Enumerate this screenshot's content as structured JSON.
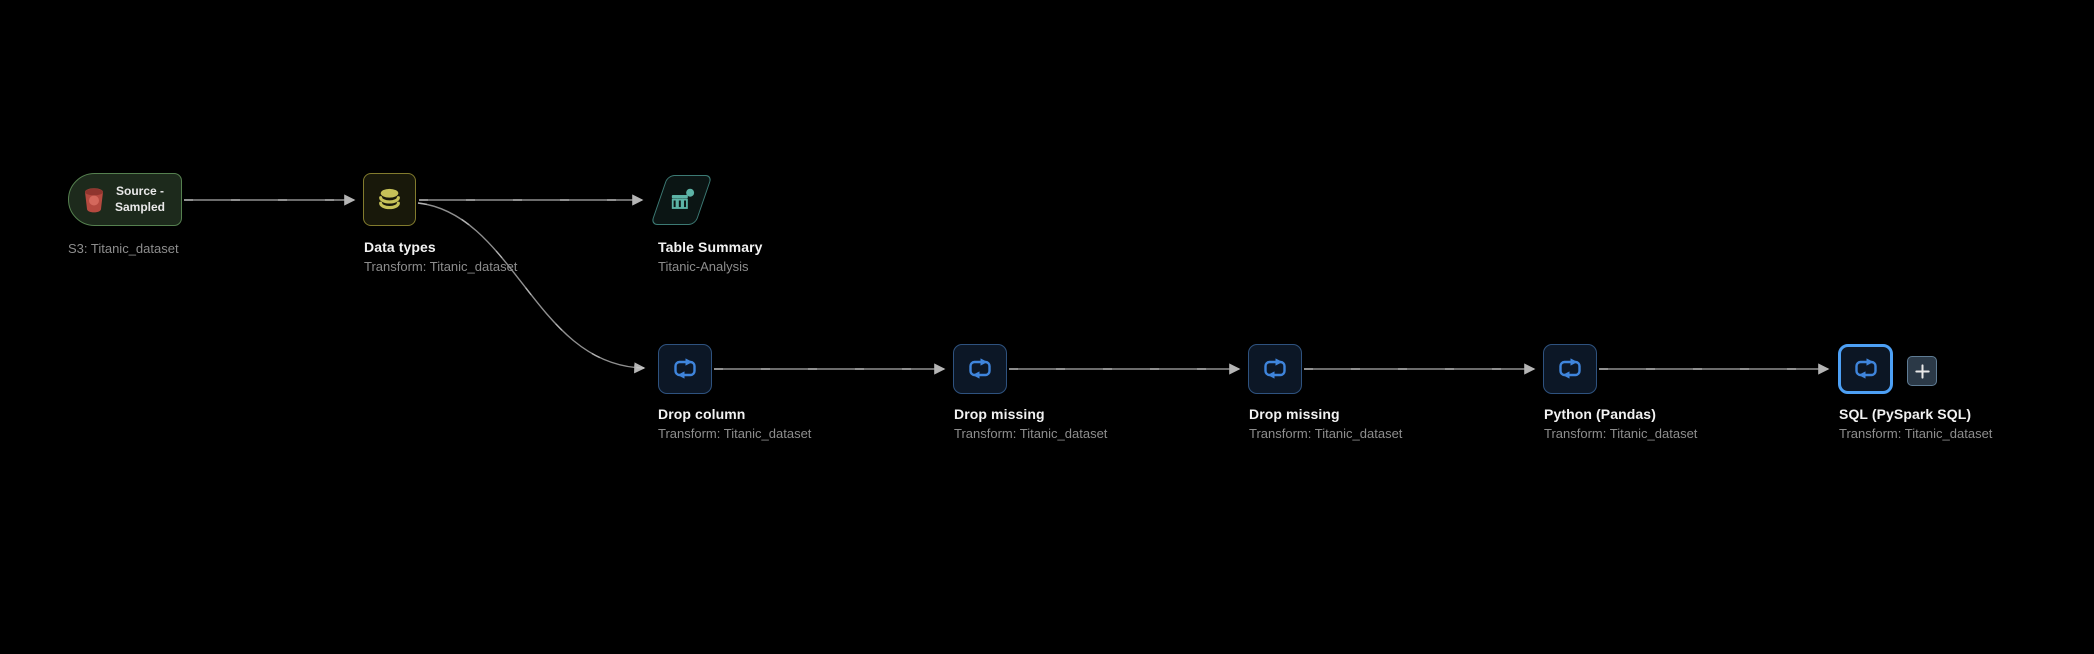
{
  "colors": {
    "background": "#000000",
    "edge": "#8f8f8f",
    "source_border": "#55804f",
    "source_icon_red": "#b5493f",
    "datatypes_border": "#827b2d",
    "datatypes_icon_yellow": "#c6c158",
    "analysis_border": "#3c7a74",
    "analysis_icon_teal": "#5cb3a6",
    "transform_border": "#2e527f",
    "transform_icon_blue": "#3f85dc",
    "selected_border": "#4da0f5",
    "title_text": "#f2f2f2",
    "subtitle_text": "#8d8d8d"
  },
  "nodes": {
    "source": {
      "title": "Source - Sampled",
      "subtitle": "S3: Titanic_dataset",
      "icon": "s3-icon"
    },
    "data_types": {
      "title": "Data types",
      "subtitle": "Transform: Titanic_dataset",
      "icon": "database-icon"
    },
    "table_summary": {
      "title": "Table Summary",
      "subtitle": "Titanic-Analysis",
      "icon": "table-chart-icon"
    },
    "transforms": [
      {
        "title": "Drop column",
        "subtitle": "Transform: Titanic_dataset",
        "icon": "loop-icon",
        "selected": false
      },
      {
        "title": "Drop missing",
        "subtitle": "Transform: Titanic_dataset",
        "icon": "loop-icon",
        "selected": false
      },
      {
        "title": "Drop missing",
        "subtitle": "Transform: Titanic_dataset",
        "icon": "loop-icon",
        "selected": false
      },
      {
        "title": "Python (Pandas)",
        "subtitle": "Transform: Titanic_dataset",
        "icon": "loop-icon",
        "selected": false
      },
      {
        "title": "SQL (PySpark SQL)",
        "subtitle": "Transform: Titanic_dataset",
        "icon": "loop-icon",
        "selected": true
      }
    ],
    "add_step": {
      "icon": "plus-icon"
    }
  }
}
